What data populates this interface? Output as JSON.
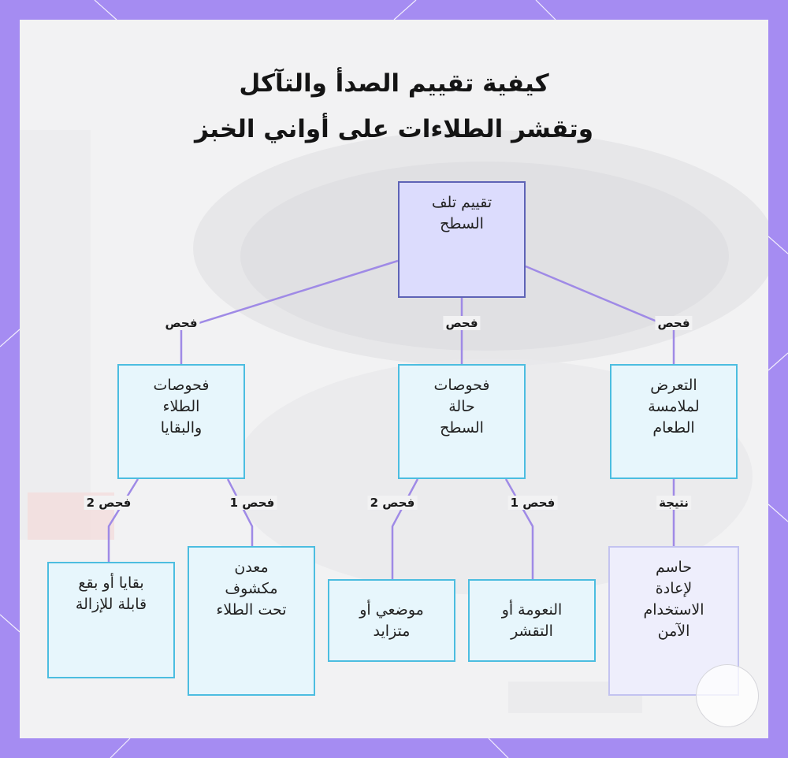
{
  "title": {
    "line1": "كيفية تقييم الصدأ والتآكل",
    "line2": "وتقشر الطلاءات على أواني الخبز"
  },
  "root": "تقييم تلف\nالسطح",
  "categories": {
    "coating": "فحوصات\nالطلاء\nوالبقايا",
    "surface": "فحوصات\nحالة\nالسطح",
    "food": "التعرض\nلملامسة\nالطعام"
  },
  "leaves": {
    "residue": "بقايا أو بقع\nقابلة للإزالة",
    "metal": "معدن\nمكشوف\nتحت الطلاء",
    "local": "موضعي أو\nمتزايد",
    "smooth": "النعومة أو\nالتقشر",
    "decisive": "حاسم\nلإعادة\nالاستخدام\nالآمن"
  },
  "edge_labels": {
    "to_coating": "فحص",
    "to_surface": "فحص",
    "to_food": "فحص",
    "coating_check2": "فحص 2",
    "coating_check1": "فحص 1",
    "surface_check2": "فحص 2",
    "surface_check1": "فحص 1",
    "food_result": "نتيجة"
  },
  "colors": {
    "frame": "#a58cf2",
    "panel": "#f2f2f3",
    "connector": "#9f8ae6",
    "root_fill": "#dcdcfd",
    "root_border": "#5e63b6",
    "node_fill": "#e7f6fc",
    "node_border": "#4cbde0",
    "result_fill": "#eeeefc",
    "result_border": "#c3c3f0"
  },
  "icons": {
    "watermark": "circular-logo-watermark"
  }
}
